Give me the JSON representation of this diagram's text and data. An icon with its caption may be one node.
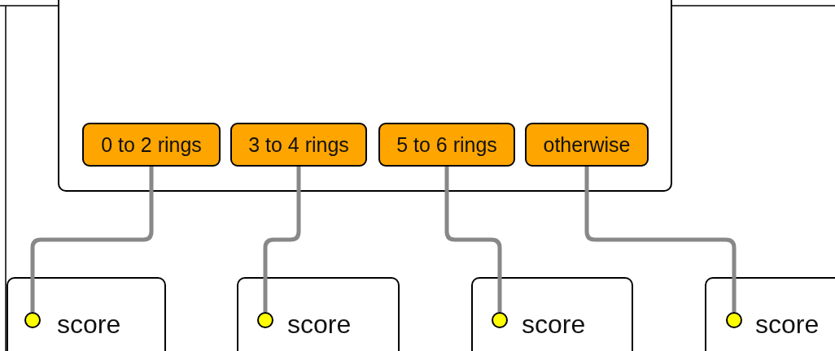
{
  "diagram": {
    "nodes": [
      {
        "text": [],
        "shape": "box"
      },
      {
        "text": [
          "0 to 2 rings"
        ],
        "in": 0
      },
      {
        "text": [
          "3 to 4 rings"
        ],
        "in": 0
      },
      {
        "text": [
          "5 to 6 rings"
        ],
        "in": 0
      },
      {
        "text": [
          "otherwise"
        ],
        "in": 0
      },
      {
        "text": [
          "score"
        ]
      },
      {
        "text": [],
        "shape": "circle",
        "in": 5
      },
      {
        "text": [
          "score"
        ]
      },
      {
        "text": [],
        "shape": "circle",
        "in": 7
      },
      {
        "text": [
          "score"
        ]
      },
      {
        "text": [],
        "shape": "circle",
        "in": 9
      },
      {
        "text": [
          "score"
        ]
      },
      {
        "text": [],
        "shape": "circle",
        "in": 11
      }
    ],
    "edges": [
      {
        "from": 1,
        "to": 6,
        "arrow": "none"
      },
      {
        "from": 2,
        "to": 8,
        "arrow": "none"
      },
      {
        "from": 3,
        "to": 10,
        "arrow": "none"
      },
      {
        "from": 4,
        "to": 12,
        "arrow": "none"
      }
    ]
  }
}
